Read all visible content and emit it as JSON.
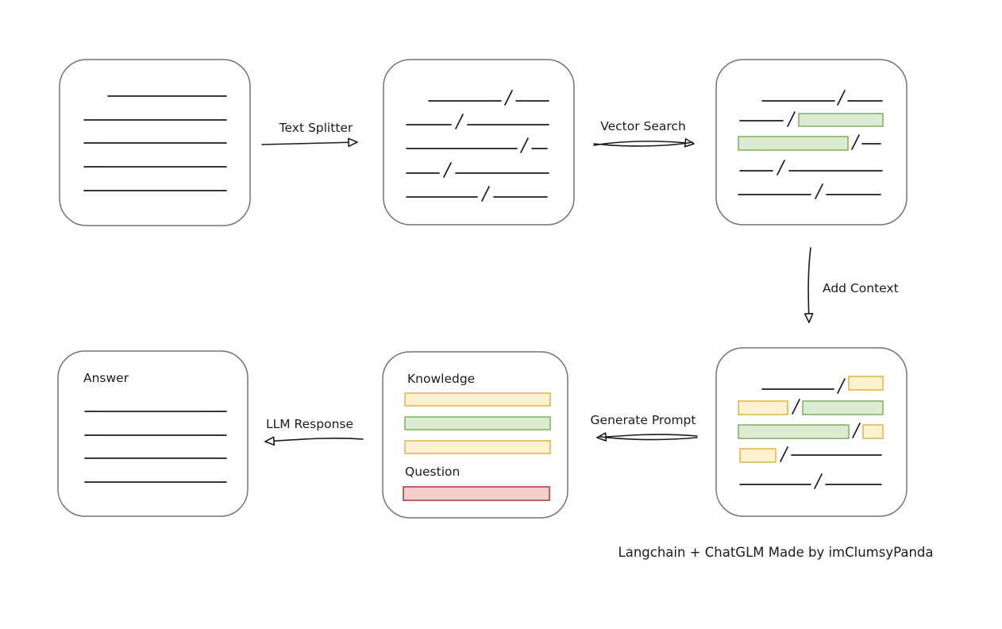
{
  "labels": {
    "text_splitter": "Text Splitter",
    "vector_search": "Vector Search",
    "add_context": "Add Context",
    "generate_prompt": "Generate Prompt",
    "llm_response": "LLM Response"
  },
  "prompt_box": {
    "knowledge": "Knowledge",
    "question": "Question"
  },
  "answer_box": {
    "title": "Answer"
  },
  "caption": "Langchain + ChatGLM Made by imClumsyPanda",
  "colors": {
    "green_fill": "#dcecd3",
    "green_stroke": "#86b26a",
    "yellow_fill": "#fdf2d0",
    "yellow_stroke": "#dfb854",
    "red_fill": "#f6cfcb",
    "red_stroke": "#b4544f",
    "box_stroke": "#747474",
    "ink": "#1b1b1b"
  }
}
